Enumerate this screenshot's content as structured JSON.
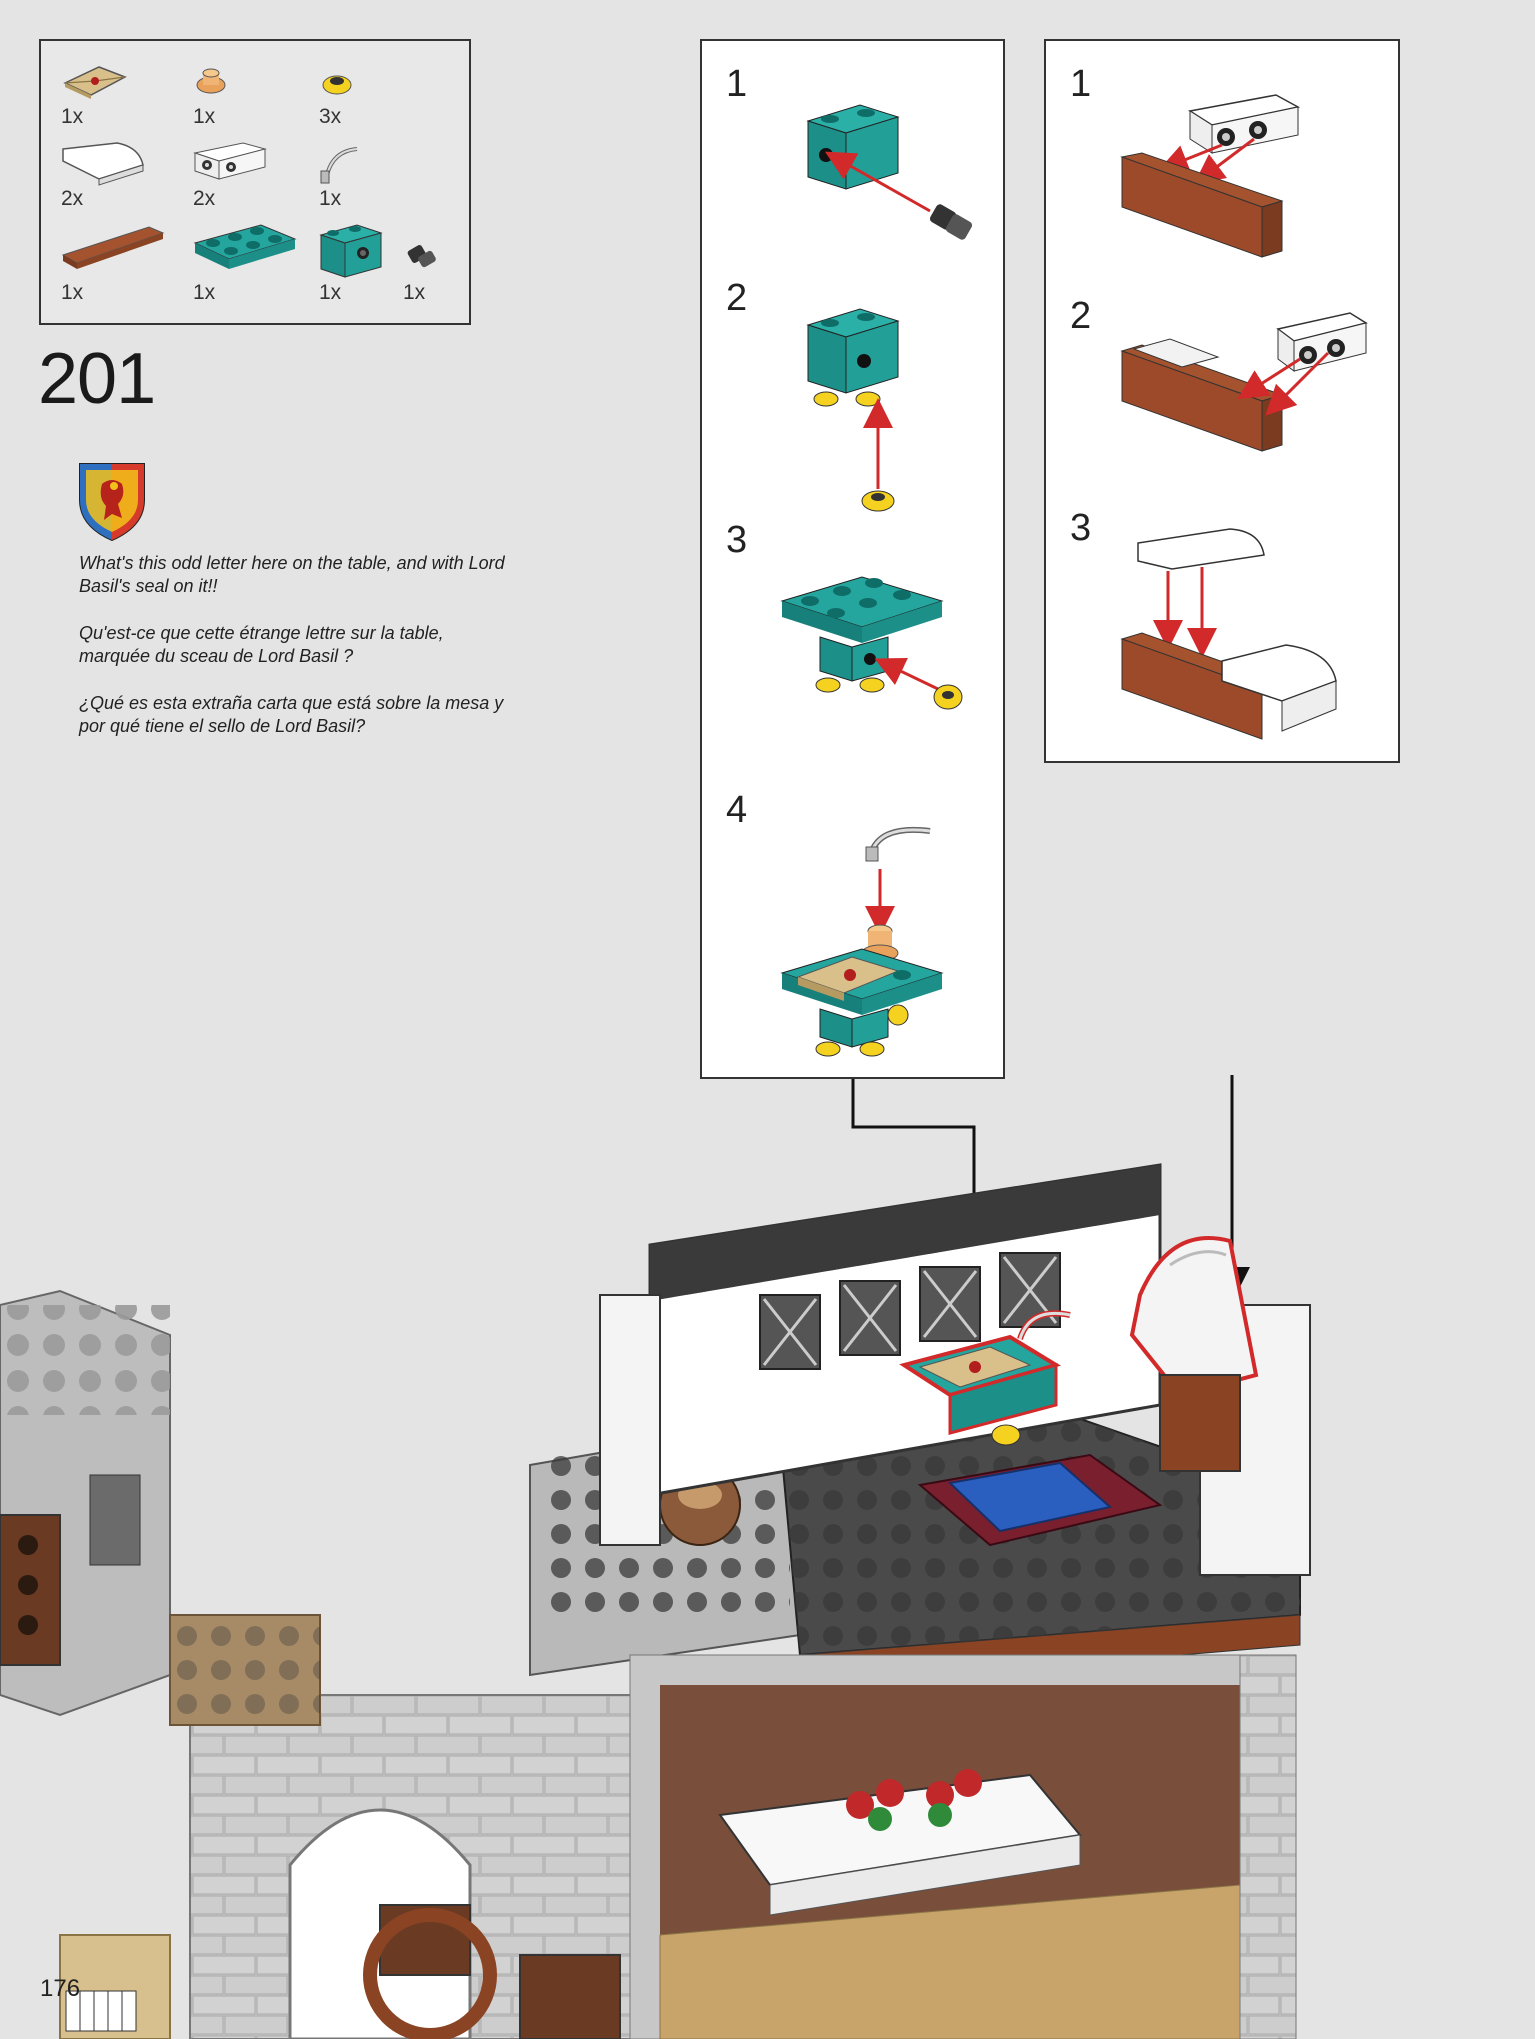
{
  "step": {
    "number": "201"
  },
  "parts": [
    {
      "name": "envelope-tile",
      "qty": "1x"
    },
    {
      "name": "round-plate-tan",
      "qty": "1x"
    },
    {
      "name": "round-plate-yellow",
      "qty": "3x"
    },
    {
      "name": "curved-slope-white",
      "qty": "2x"
    },
    {
      "name": "bracket-plate-white",
      "qty": "2x"
    },
    {
      "name": "feather-quill",
      "qty": "1x"
    },
    {
      "name": "tile-brown",
      "qty": "1x"
    },
    {
      "name": "plate-teal",
      "qty": "1x"
    },
    {
      "name": "technic-brick-teal",
      "qty": "1x"
    },
    {
      "name": "technic-pin-black",
      "qty": "1x"
    }
  ],
  "texts": {
    "en": "What's this odd letter here on the table, and with Lord Basil's seal on it!!",
    "fr": "Qu'est-ce que cette étrange lettre sur la table, marquée du sceau de Lord Basil ?",
    "es": "¿Qué es esta extraña carta que está sobre la mesa y por qué tiene el sello de Lord Basil?"
  },
  "panel_a": {
    "steps": [
      "1",
      "2",
      "3",
      "4"
    ]
  },
  "panel_b": {
    "steps": [
      "1",
      "2",
      "3"
    ]
  },
  "page": {
    "number": "176"
  },
  "colors": {
    "teal": "#1e9b94",
    "brown": "#9c4a2a",
    "arrow": "#d22a2a",
    "yellow": "#f4d21f"
  }
}
